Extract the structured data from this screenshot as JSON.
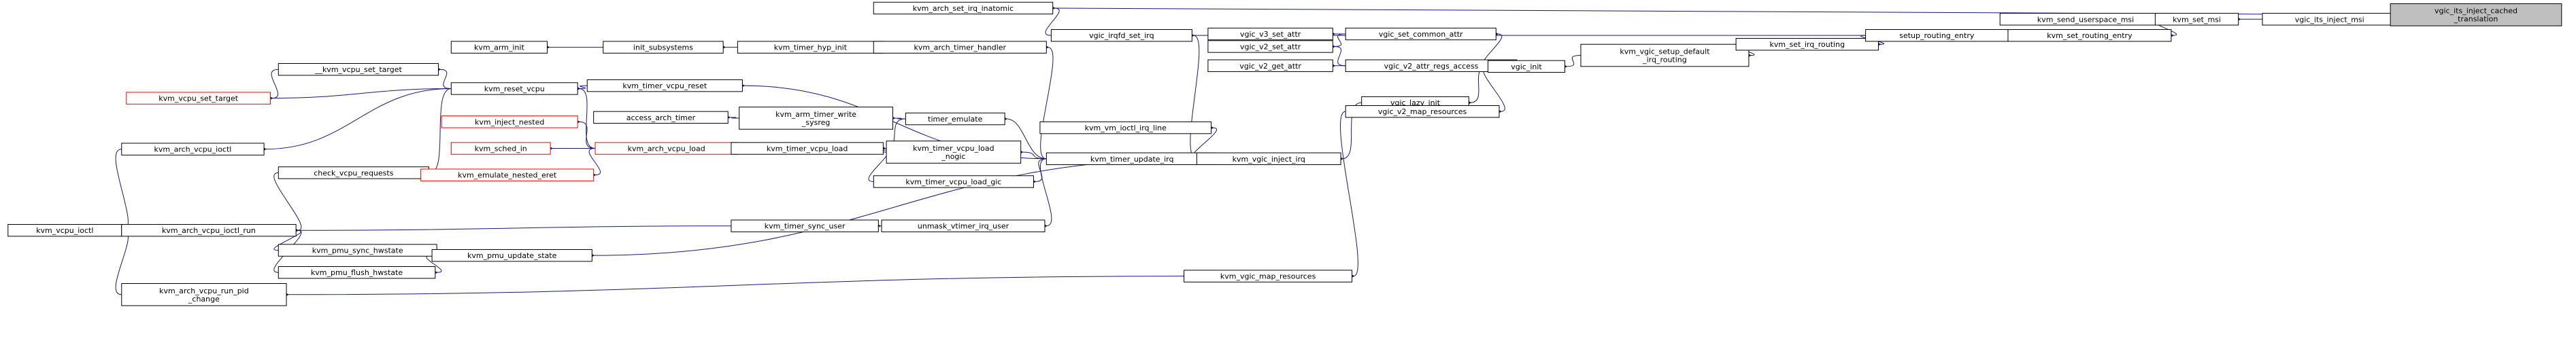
{
  "colors": {
    "edge": "#191970",
    "border": "#000000",
    "highlight_border": "#ff0000",
    "root_fill": "#bfbfbf",
    "background": "#ffffff"
  },
  "nodes": [
    {
      "id": "kvm_vcpu_ioctl",
      "label": "kvm_vcpu_ioctl",
      "red": false
    },
    {
      "id": "kvm_arch_vcpu_ioctl",
      "label": "kvm_arch_vcpu_ioctl",
      "red": false
    },
    {
      "id": "kvm_arch_vcpu_ioctl_run",
      "label": "kvm_arch_vcpu_ioctl_run",
      "red": false
    },
    {
      "id": "kvm_arch_vcpu_run_pid_change",
      "label": "kvm_arch_vcpu_run_pid\n_change",
      "red": false
    },
    {
      "id": "kvm_vcpu_set_target",
      "label": "kvm_vcpu_set_target",
      "red": true
    },
    {
      "id": "__kvm_vcpu_set_target",
      "label": "__kvm_vcpu_set_target",
      "red": false
    },
    {
      "id": "check_vcpu_requests",
      "label": "check_vcpu_requests",
      "red": false
    },
    {
      "id": "kvm_pmu_sync_hwstate",
      "label": "kvm_pmu_sync_hwstate",
      "red": false
    },
    {
      "id": "kvm_pmu_flush_hwstate",
      "label": "kvm_pmu_flush_hwstate",
      "red": false
    },
    {
      "id": "kvm_arm_init",
      "label": "kvm_arm_init",
      "red": false
    },
    {
      "id": "kvm_reset_vcpu",
      "label": "kvm_reset_vcpu",
      "red": false
    },
    {
      "id": "kvm_inject_nested",
      "label": "kvm_inject_nested",
      "red": true
    },
    {
      "id": "kvm_sched_in",
      "label": "kvm_sched_in",
      "red": true
    },
    {
      "id": "kvm_emulate_nested_eret",
      "label": "kvm_emulate_nested_eret",
      "red": true
    },
    {
      "id": "kvm_pmu_update_state",
      "label": "kvm_pmu_update_state",
      "red": false
    },
    {
      "id": "init_subsystems",
      "label": "init_subsystems",
      "red": false
    },
    {
      "id": "kvm_arch_vcpu_load",
      "label": "kvm_arch_vcpu_load",
      "red": true
    },
    {
      "id": "access_arch_timer",
      "label": "access_arch_timer",
      "red": false
    },
    {
      "id": "kvm_timer_vcpu_reset",
      "label": "kvm_timer_vcpu_reset",
      "red": false
    },
    {
      "id": "kvm_timer_hyp_init",
      "label": "kvm_timer_hyp_init",
      "red": false
    },
    {
      "id": "kvm_arm_timer_write_sysreg",
      "label": "kvm_arm_timer_write\n_sysreg",
      "red": false
    },
    {
      "id": "kvm_timer_vcpu_load",
      "label": "kvm_timer_vcpu_load",
      "red": false
    },
    {
      "id": "kvm_timer_sync_user",
      "label": "kvm_timer_sync_user",
      "red": false
    },
    {
      "id": "kvm_arch_set_irq_inatomic",
      "label": "kvm_arch_set_irq_inatomic",
      "red": false
    },
    {
      "id": "kvm_arch_timer_handler",
      "label": "kvm_arch_timer_handler",
      "red": false
    },
    {
      "id": "timer_emulate",
      "label": "timer_emulate",
      "red": false
    },
    {
      "id": "kvm_timer_vcpu_load_nogic",
      "label": "kvm_timer_vcpu_load\n_nogic",
      "red": false
    },
    {
      "id": "kvm_timer_vcpu_load_gic",
      "label": "kvm_timer_vcpu_load_gic",
      "red": false
    },
    {
      "id": "unmask_vtimer_irq_user",
      "label": "unmask_vtimer_irq_user",
      "red": false
    },
    {
      "id": "kvm_vm_ioctl_irq_line",
      "label": "kvm_vm_ioctl_irq_line",
      "red": false
    },
    {
      "id": "kvm_timer_update_irq",
      "label": "kvm_timer_update_irq",
      "red": false
    },
    {
      "id": "vgic_irqfd_set_irq",
      "label": "vgic_irqfd_set_irq",
      "red": false
    },
    {
      "id": "kvm_vgic_map_resources",
      "label": "kvm_vgic_map_resources",
      "red": false
    },
    {
      "id": "kvm_vgic_inject_irq",
      "label": "kvm_vgic_inject_irq",
      "red": false
    },
    {
      "id": "vgic_v3_set_attr",
      "label": "vgic_v3_set_attr",
      "red": false
    },
    {
      "id": "vgic_v2_set_attr",
      "label": "vgic_v2_set_attr",
      "red": false
    },
    {
      "id": "vgic_v2_get_attr",
      "label": "vgic_v2_get_attr",
      "red": false
    },
    {
      "id": "vgic_set_common_attr",
      "label": "vgic_set_common_attr",
      "red": false
    },
    {
      "id": "vgic_v2_attr_regs_access",
      "label": "vgic_v2_attr_regs_access",
      "red": false
    },
    {
      "id": "vgic_lazy_init",
      "label": "vgic_lazy_init",
      "red": false
    },
    {
      "id": "vgic_v2_map_resources",
      "label": "vgic_v2_map_resources",
      "red": false
    },
    {
      "id": "vgic_init",
      "label": "vgic_init",
      "red": false
    },
    {
      "id": "kvm_vgic_setup_default_irq_routing",
      "label": "kvm_vgic_setup_default\n_irq_routing",
      "red": false
    },
    {
      "id": "kvm_set_irq_routing",
      "label": "kvm_set_irq_routing",
      "red": false
    },
    {
      "id": "setup_routing_entry",
      "label": "setup_routing_entry",
      "red": false
    },
    {
      "id": "kvm_send_userspace_msi",
      "label": "kvm_send_userspace_msi",
      "red": false
    },
    {
      "id": "kvm_set_routing_entry",
      "label": "kvm_set_routing_entry",
      "red": false
    },
    {
      "id": "kvm_set_msi",
      "label": "kvm_set_msi",
      "red": false
    },
    {
      "id": "vgic_its_inject_msi",
      "label": "vgic_its_inject_msi",
      "red": false
    },
    {
      "id": "vgic_its_inject_cached_translation",
      "label": "vgic_its_inject_cached\n_translation",
      "red": false,
      "root": true
    }
  ],
  "edges": [
    [
      "kvm_vcpu_ioctl",
      "kvm_arch_vcpu_ioctl"
    ],
    [
      "kvm_vcpu_ioctl",
      "kvm_arch_vcpu_ioctl_run"
    ],
    [
      "kvm_vcpu_ioctl",
      "kvm_arch_vcpu_run_pid_change"
    ],
    [
      "kvm_arch_vcpu_ioctl",
      "kvm_reset_vcpu"
    ],
    [
      "kvm_vcpu_set_target",
      "__kvm_vcpu_set_target"
    ],
    [
      "kvm_vcpu_set_target",
      "kvm_reset_vcpu"
    ],
    [
      "__kvm_vcpu_set_target",
      "kvm_reset_vcpu"
    ],
    [
      "kvm_arch_vcpu_ioctl_run",
      "check_vcpu_requests"
    ],
    [
      "kvm_arch_vcpu_ioctl_run",
      "kvm_pmu_sync_hwstate"
    ],
    [
      "kvm_arch_vcpu_ioctl_run",
      "kvm_pmu_flush_hwstate"
    ],
    [
      "kvm_arch_vcpu_ioctl_run",
      "kvm_timer_sync_user"
    ],
    [
      "check_vcpu_requests",
      "kvm_reset_vcpu"
    ],
    [
      "kvm_pmu_sync_hwstate",
      "kvm_pmu_update_state"
    ],
    [
      "kvm_pmu_flush_hwstate",
      "kvm_pmu_update_state"
    ],
    [
      "kvm_arch_vcpu_run_pid_change",
      "kvm_vgic_map_resources"
    ],
    [
      "kvm_arm_init",
      "init_subsystems"
    ],
    [
      "init_subsystems",
      "kvm_timer_hyp_init"
    ],
    [
      "kvm_timer_hyp_init",
      "kvm_arch_timer_handler"
    ],
    [
      "kvm_reset_vcpu",
      "kvm_timer_vcpu_reset"
    ],
    [
      "kvm_reset_vcpu",
      "kvm_arch_vcpu_load"
    ],
    [
      "kvm_inject_nested",
      "kvm_arch_vcpu_load"
    ],
    [
      "kvm_sched_in",
      "kvm_arch_vcpu_load"
    ],
    [
      "kvm_emulate_nested_eret",
      "kvm_arch_vcpu_load"
    ],
    [
      "kvm_arch_vcpu_load",
      "kvm_timer_vcpu_load"
    ],
    [
      "access_arch_timer",
      "kvm_arm_timer_write_sysreg"
    ],
    [
      "kvm_arm_timer_write_sysreg",
      "timer_emulate"
    ],
    [
      "kvm_timer_vcpu_load",
      "timer_emulate"
    ],
    [
      "kvm_timer_vcpu_load",
      "kvm_timer_vcpu_load_nogic"
    ],
    [
      "kvm_timer_vcpu_load",
      "kvm_timer_vcpu_load_gic"
    ],
    [
      "kvm_timer_vcpu_reset",
      "kvm_timer_update_irq"
    ],
    [
      "kvm_arch_timer_handler",
      "kvm_timer_update_irq"
    ],
    [
      "timer_emulate",
      "kvm_timer_update_irq"
    ],
    [
      "kvm_timer_vcpu_load_nogic",
      "kvm_timer_update_irq"
    ],
    [
      "kvm_timer_vcpu_load_gic",
      "kvm_timer_update_irq"
    ],
    [
      "kvm_timer_sync_user",
      "unmask_vtimer_irq_user"
    ],
    [
      "unmask_vtimer_irq_user",
      "kvm_timer_update_irq"
    ],
    [
      "kvm_pmu_update_state",
      "kvm_vgic_inject_irq"
    ],
    [
      "kvm_arch_set_irq_inatomic",
      "vgic_irqfd_set_irq"
    ],
    [
      "kvm_arch_set_irq_inatomic",
      "vgic_its_inject_cached_translation"
    ],
    [
      "vgic_irqfd_set_irq",
      "kvm_vgic_inject_irq"
    ],
    [
      "kvm_vm_ioctl_irq_line",
      "kvm_vgic_inject_irq"
    ],
    [
      "kvm_timer_update_irq",
      "kvm_vgic_inject_irq"
    ],
    [
      "kvm_vgic_map_resources",
      "vgic_v2_map_resources"
    ],
    [
      "kvm_vgic_inject_irq",
      "vgic_lazy_init"
    ],
    [
      "vgic_v3_set_attr",
      "vgic_set_common_attr"
    ],
    [
      "vgic_v2_set_attr",
      "vgic_set_common_attr"
    ],
    [
      "vgic_v2_set_attr",
      "vgic_v2_attr_regs_access"
    ],
    [
      "vgic_v2_get_attr",
      "vgic_v2_attr_regs_access"
    ],
    [
      "vgic_set_common_attr",
      "vgic_init"
    ],
    [
      "vgic_v2_attr_regs_access",
      "vgic_init"
    ],
    [
      "vgic_lazy_init",
      "vgic_init"
    ],
    [
      "vgic_v2_map_resources",
      "vgic_init"
    ],
    [
      "vgic_init",
      "kvm_vgic_setup_default_irq_routing"
    ],
    [
      "kvm_vgic_setup_default_irq_routing",
      "kvm_set_irq_routing"
    ],
    [
      "kvm_set_irq_routing",
      "setup_routing_entry"
    ],
    [
      "setup_routing_entry",
      "kvm_set_routing_entry"
    ],
    [
      "kvm_set_routing_entry",
      "vgic_irqfd_set_irq"
    ],
    [
      "kvm_set_routing_entry",
      "kvm_set_msi"
    ],
    [
      "kvm_send_userspace_msi",
      "kvm_set_msi"
    ],
    [
      "kvm_set_msi",
      "vgic_its_inject_msi"
    ],
    [
      "vgic_its_inject_msi",
      "vgic_its_inject_cached_translation"
    ]
  ]
}
